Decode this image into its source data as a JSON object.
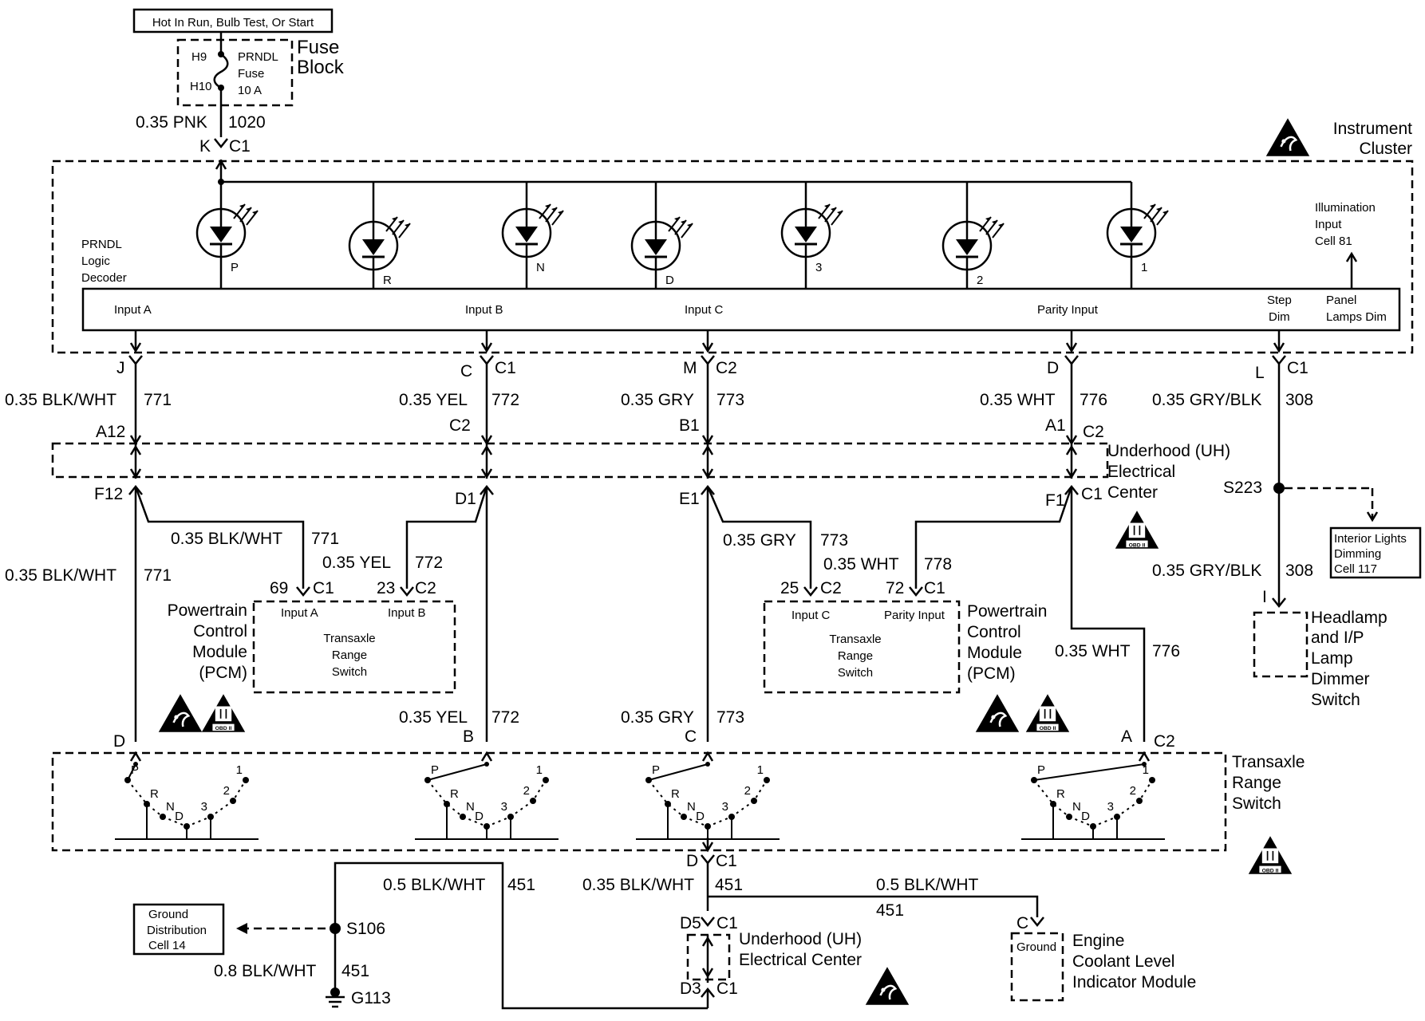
{
  "fuse": {
    "hot_label": "Hot In Run, Bulb Test, Or Start",
    "pin_top": "H9",
    "pin_bot": "H10",
    "name_1": "PRNDL",
    "name_2": "Fuse",
    "name_3": "10 A",
    "block_1": "Fuse",
    "block_2": "Block"
  },
  "feed": {
    "wire": "0.35 PNK",
    "circuit": "1020",
    "pin": "K",
    "conn": "C1"
  },
  "cluster": {
    "title_1": "Instrument",
    "title_2": "Cluster",
    "decoder_1": "PRNDL",
    "decoder_2": "Logic",
    "decoder_3": "Decoder",
    "illum_1": "Illumination",
    "illum_2": "Input",
    "illum_3": "Cell 81",
    "inputs": [
      "Input A",
      "Input B",
      "Input C",
      "Parity Input"
    ],
    "step_1": "Step",
    "step_2": "Dim",
    "panel_1": "Panel",
    "panel_2": "Lamps Dim",
    "lamps": [
      "P",
      "R",
      "N",
      "D",
      "3",
      "2",
      "1"
    ]
  },
  "upper": {
    "pins": [
      "J",
      "C",
      "M",
      "D",
      "L"
    ],
    "conns": [
      "C1",
      "C2",
      "C1"
    ],
    "wires": [
      "0.35 BLK/WHT",
      "0.35 YEL",
      "0.35 GRY",
      "0.35 WHT",
      "0.35 GRY/BLK"
    ],
    "circuits": [
      "771",
      "772",
      "773",
      "776",
      "308"
    ]
  },
  "uh_top": {
    "pins": [
      "A12",
      "B1",
      "A1"
    ],
    "conn_c2_b": "C2",
    "conn_c2_d": "C2",
    "lower_pins": [
      "F12",
      "D1",
      "E1",
      "F1"
    ],
    "lower_conn": "C1",
    "title_1": "Underhood (UH)",
    "title_2": "Electrical",
    "title_3": "Center"
  },
  "splice": {
    "name": "S223",
    "box_1": "Interior Lights",
    "box_2": "Dimming",
    "box_3": "Cell 117",
    "wire": "0.35 GRY/BLK",
    "circuit": "308",
    "pin": "I"
  },
  "dimmer": {
    "l1": "Headlamp",
    "l2": "and I/P",
    "l3": "Lamp",
    "l4": "Dimmer",
    "l5": "Switch"
  },
  "pcm_left": {
    "wire_a": "0.35 BLK/WHT",
    "circ_a": "771",
    "wire_b": "0.35 YEL",
    "circ_b": "772",
    "wire_main": "0.35 BLK/WHT",
    "circ_main": "771",
    "pin_a": "69",
    "conn_a": "C1",
    "pin_b": "23",
    "conn_b": "C2",
    "in_a": "Input A",
    "in_b": "Input B",
    "tr_1": "Transaxle",
    "tr_2": "Range",
    "tr_3": "Switch",
    "name_1": "Powertrain",
    "name_2": "Control",
    "name_3": "Module",
    "name_4": "(PCM)"
  },
  "pcm_right": {
    "wire_c": "0.35 GRY",
    "circ_c": "773",
    "wire_p": "0.35 WHT",
    "circ_p": "778",
    "pin_c": "25",
    "conn_c": "C2",
    "pin_p": "72",
    "conn_p": "C1",
    "in_c": "Input C",
    "in_p": "Parity Input",
    "tr_1": "Transaxle",
    "tr_2": "Range",
    "tr_3": "Switch",
    "name_1": "Powertrain",
    "name_2": "Control",
    "name_3": "Module",
    "name_4": "(PCM)",
    "wire_par": "0.35 WHT",
    "circ_par": "776"
  },
  "lower": {
    "wire_b": "0.35 YEL",
    "circ_b": "772",
    "wire_c": "0.35 GRY",
    "circ_c": "773",
    "pins": [
      "D",
      "B",
      "C",
      "A"
    ],
    "conn": "C2"
  },
  "trs": {
    "title_1": "Transaxle",
    "title_2": "Range",
    "title_3": "Switch",
    "positions": [
      "P",
      "R",
      "N",
      "D",
      "3",
      "2",
      "1"
    ]
  },
  "osd": "OBD II",
  "ground": {
    "pin": "D",
    "conn": "C1",
    "wire_left": "0.5 BLK/WHT",
    "circ_left": "451",
    "wire_mid": "0.35 BLK/WHT",
    "circ_mid": "451",
    "wire_right": "0.5 BLK/WHT",
    "circ_right": "451",
    "s106": "S106",
    "gd_1": "Ground",
    "gd_2": "Distribution",
    "gd_3": "Cell 14",
    "wire_g": "0.8 BLK/WHT",
    "circ_g": "451",
    "g113": "G113",
    "d5": "D5",
    "d5_conn": "C1",
    "d3": "D3",
    "d3_conn": "C1",
    "uh_1": "Underhood (UH)",
    "uh_2": "Electrical Center",
    "ecl_pin": "C",
    "ecl_ground": "Ground",
    "ecl_1": "Engine",
    "ecl_2": "Coolant Level",
    "ecl_3": "Indicator Module"
  }
}
